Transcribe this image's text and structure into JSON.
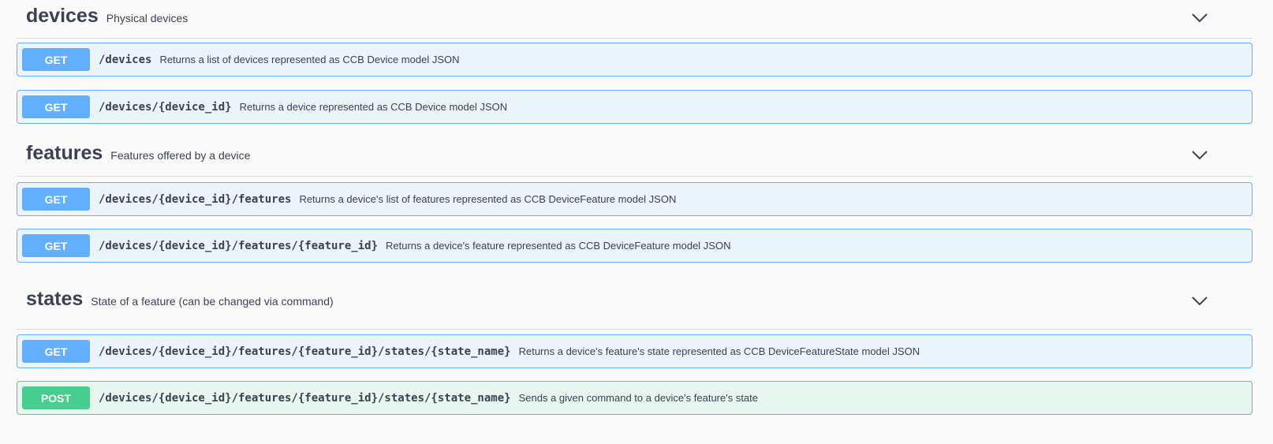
{
  "tags": [
    {
      "name": "devices",
      "description": "Physical devices",
      "operations": [
        {
          "method": "GET",
          "path": "/devices",
          "summary": "Returns a list of devices represented as CCB Device model JSON"
        },
        {
          "method": "GET",
          "path": "/devices/{device_id}",
          "summary": "Returns a device represented as CCB Device model JSON"
        }
      ]
    },
    {
      "name": "features",
      "description": "Features offered by a device",
      "operations": [
        {
          "method": "GET",
          "path": "/devices/{device_id}/features",
          "summary": "Returns a device's list of features represented as CCB DeviceFeature model JSON"
        },
        {
          "method": "GET",
          "path": "/devices/{device_id}/features/{feature_id}",
          "summary": "Returns a device's feature represented as CCB DeviceFeature model JSON"
        }
      ]
    },
    {
      "name": "states",
      "description": "State of a feature (can be changed via command)",
      "operations": [
        {
          "method": "GET",
          "path": "/devices/{device_id}/features/{feature_id}/states/{state_name}",
          "summary": "Returns a device's feature's state represented as CCB DeviceFeatureState model JSON"
        },
        {
          "method": "POST",
          "path": "/devices/{device_id}/features/{feature_id}/states/{state_name}",
          "summary": "Sends a given command to a device's feature's state"
        }
      ]
    }
  ],
  "colors": {
    "get": "#61affe",
    "post": "#49cc90"
  },
  "icons": {
    "collapse": "chevron-down-icon"
  }
}
